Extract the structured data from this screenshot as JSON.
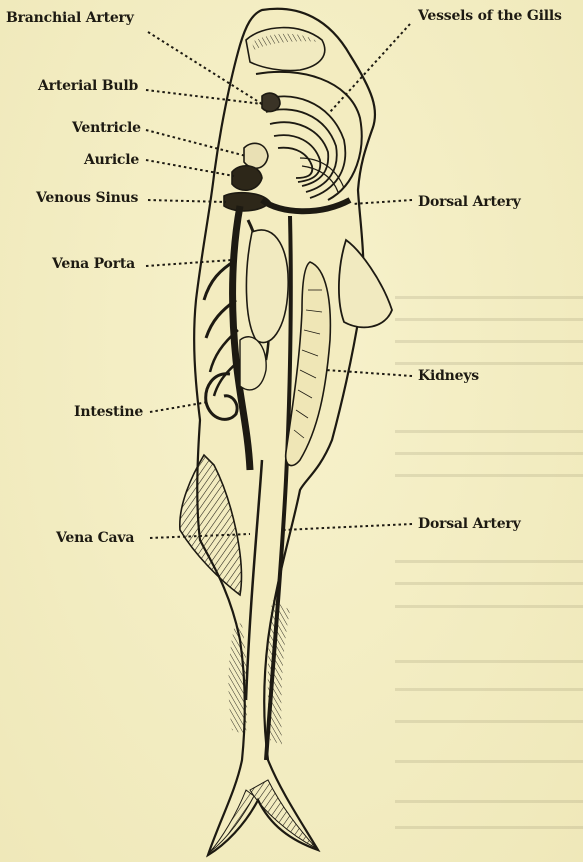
{
  "labels": {
    "branchial_artery": "Branchial Artery",
    "vessels_of_the_gills": "Vessels of the Gills",
    "arterial_bulb": "Arterial Bulb",
    "ventricle": "Ventricle",
    "auricle": "Auricle",
    "venous_sinus": "Venous Sinus",
    "dorsal_artery_upper": "Dorsal Artery",
    "vena_porta": "Vena Porta",
    "kidneys": "Kidneys",
    "intestine": "Intestine",
    "vena_cava": "Vena Cava",
    "dorsal_artery_lower": "Dorsal Artery"
  },
  "colors": {
    "ink": "#1d1a12",
    "paper": "#f4efc4"
  }
}
